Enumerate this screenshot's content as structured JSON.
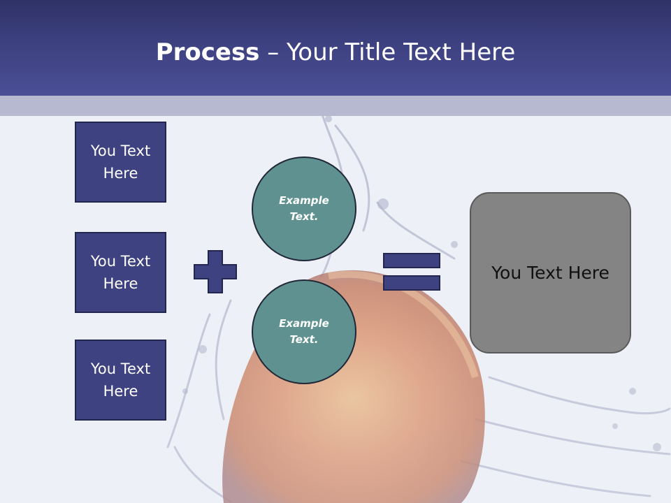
{
  "title": {
    "bold": "Process",
    "rest": " – Your Title Text Here"
  },
  "boxes": [
    {
      "label": "You Text Here"
    },
    {
      "label": "You Text Here"
    },
    {
      "label": "You Text Here"
    }
  ],
  "circles": [
    {
      "label": "Example Text."
    },
    {
      "label": "Example Text."
    }
  ],
  "result": {
    "label": "You Text Here"
  },
  "icons": {
    "plus": "plus-icon",
    "equals": "equals-icon"
  },
  "colors": {
    "title_bar": "#3d4180",
    "sub_bar": "#b7b9d0",
    "box_fill": "#3f4280",
    "circle_fill": "#5f9190",
    "result_fill": "#848484",
    "background": "#eef0f7"
  }
}
